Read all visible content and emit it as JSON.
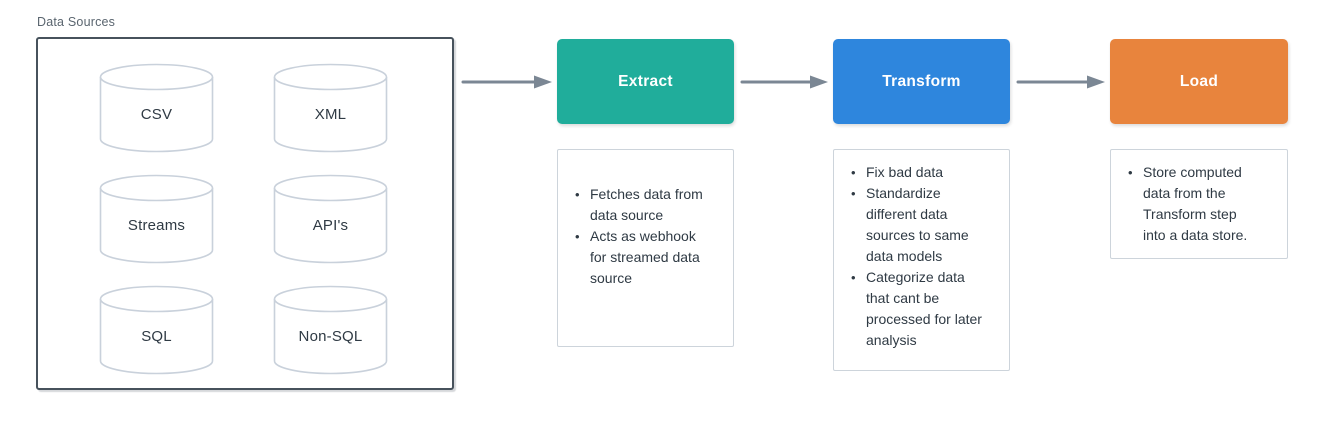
{
  "data_sources": {
    "label": "Data Sources",
    "items": [
      "CSV",
      "XML",
      "Streams",
      "API's",
      "SQL",
      "Non-SQL"
    ]
  },
  "stages": [
    {
      "label": "Extract",
      "color": "#20ad9b",
      "bullets": [
        "Fetches data from data source",
        "Acts as webhook for streamed data source"
      ]
    },
    {
      "label": "Transform",
      "color": "#2e86dd",
      "bullets": [
        "Fix bad data",
        "Standardize different data sources to same data models",
        "Categorize data that cant be processed for later analysis"
      ]
    },
    {
      "label": "Load",
      "color": "#e8843d",
      "bullets": [
        "Store computed data from the Transform step into a data store."
      ]
    }
  ],
  "colors": {
    "arrow": "#7b8794",
    "container_border": "#47525c",
    "cylinder_border": "#c9d1db",
    "note_border": "#cdd4db",
    "text": "#2f3a44",
    "label": "#5a656f"
  }
}
